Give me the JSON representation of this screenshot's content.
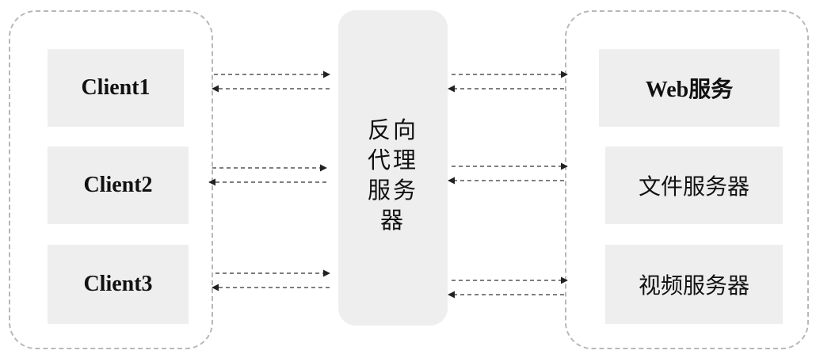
{
  "clients": [
    {
      "label": "Client1"
    },
    {
      "label": "Client2"
    },
    {
      "label": "Client3"
    }
  ],
  "proxy": {
    "label": "反向代理服务器"
  },
  "servers": [
    {
      "label": "Web服务"
    },
    {
      "label": "文件服务器"
    },
    {
      "label": "视频服务器"
    }
  ]
}
